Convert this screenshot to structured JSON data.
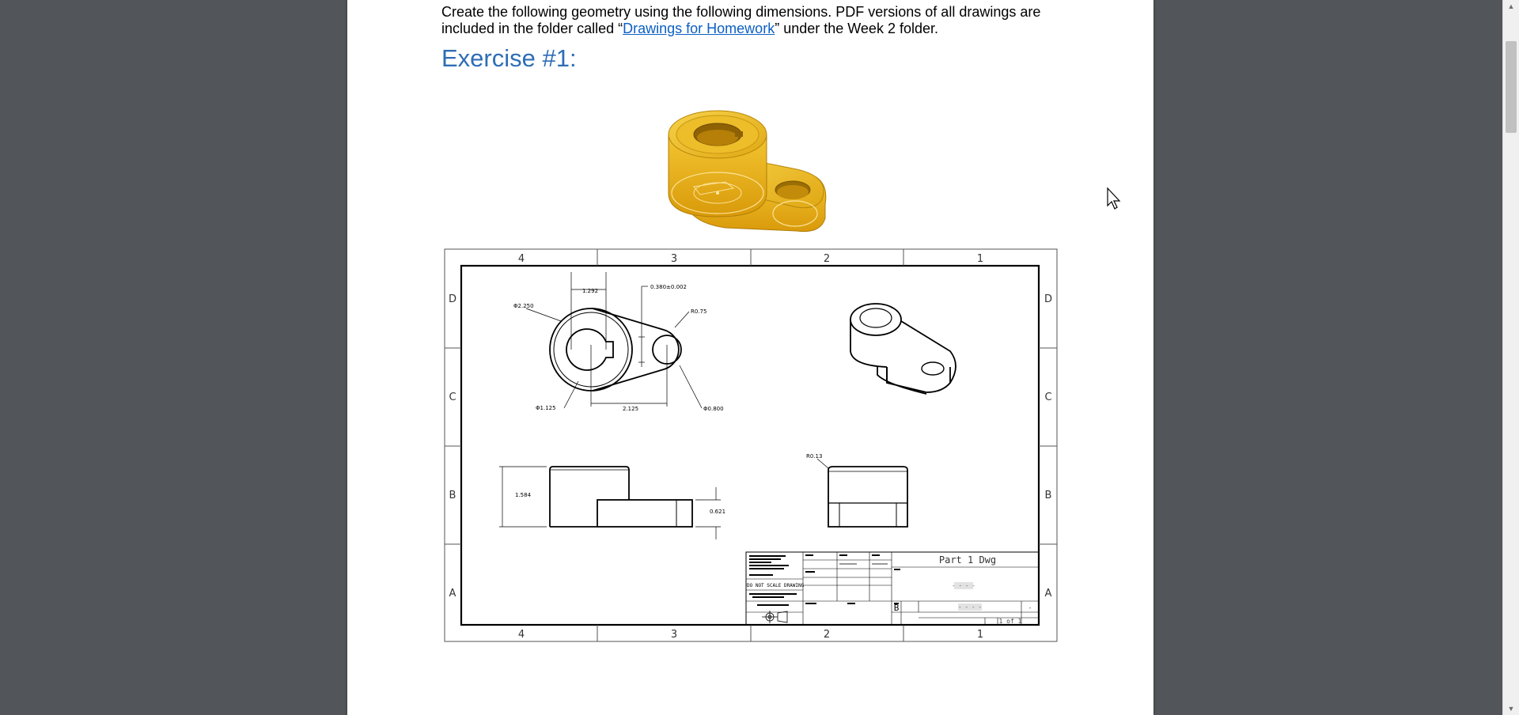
{
  "doc": {
    "intro_pre": "Create the following geometry using the following dimensions. PDF versions of all drawings are included in the folder called “",
    "intro_link": "Drawings for Homework",
    "intro_post": "” under the Week 2 folder.",
    "heading": "Exercise #1:"
  },
  "drawing": {
    "zones_top": [
      "4",
      "3",
      "2",
      "1"
    ],
    "zones_bottom": [
      "4",
      "3",
      "2",
      "1"
    ],
    "zones_left": [
      "D",
      "C",
      "B",
      "A"
    ],
    "zones_right": [
      "D",
      "C",
      "B",
      "A"
    ],
    "dims": {
      "dia_outer": "Φ2.250",
      "len_1292": "1.292",
      "tol": "0.380±0.002",
      "r075": "R0.75",
      "dia_1125": "Φ1.125",
      "len_2125": "2.125",
      "dia_0800": "Φ0.800",
      "h1584": "1.584",
      "h0621": "0.621",
      "r013": "R0.13"
    },
    "title_block": {
      "title": "Part 1 Dwg",
      "dashes_top": "- - - -",
      "size": "B",
      "dashes_bottom": "- - - -",
      "rev": "-",
      "sheet": "1 of 1",
      "do_not_scale": "DO NOT SCALE DRAWING"
    }
  },
  "colors": {
    "heading": "#2e6db5",
    "link": "#0b5fc4",
    "part_yellow": "#e8b418",
    "viewer_bg": "#52565b"
  }
}
